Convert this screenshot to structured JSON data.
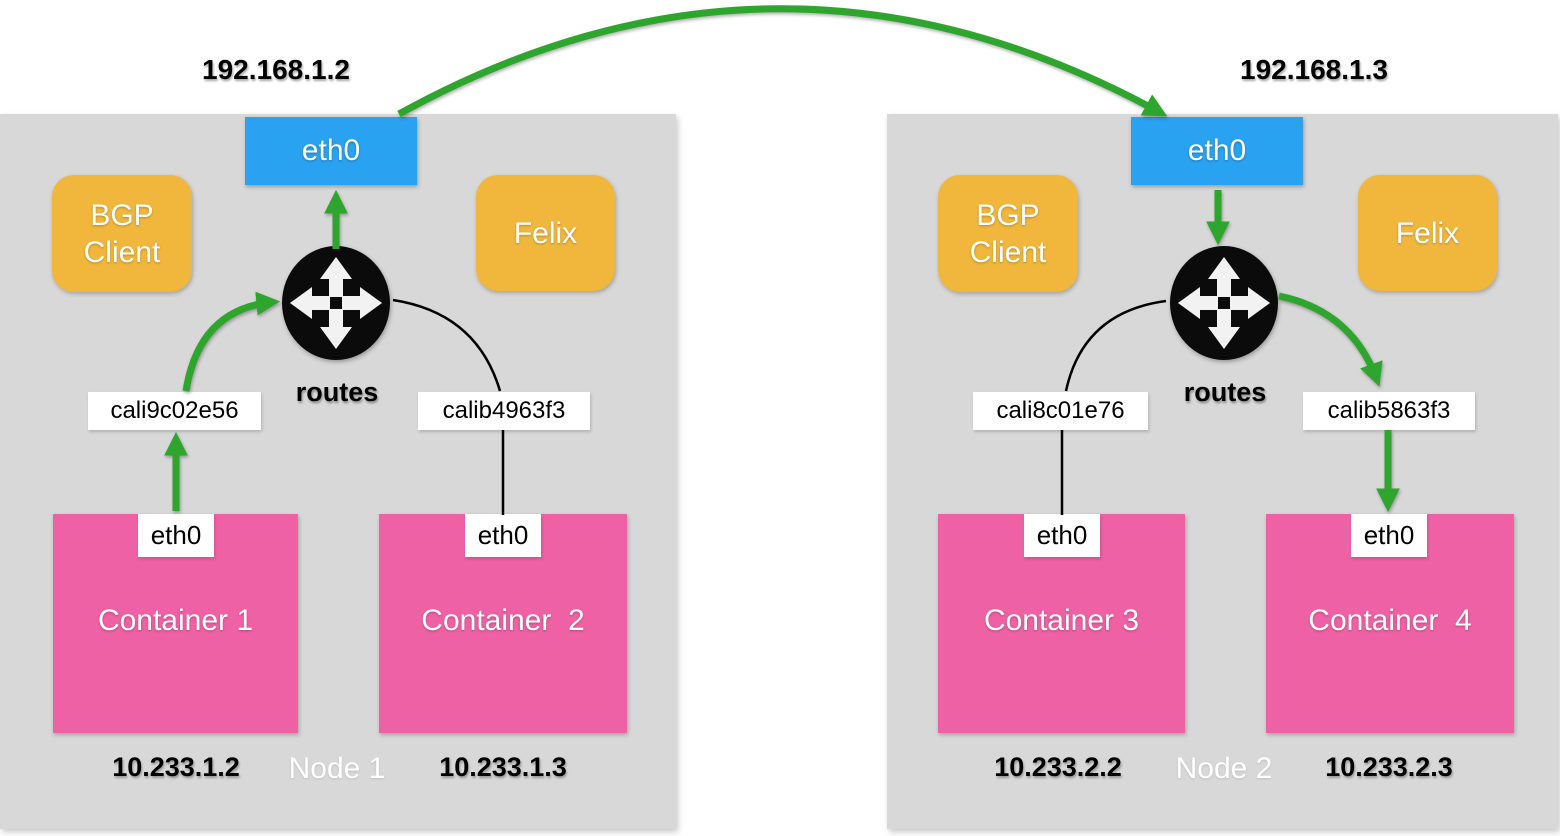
{
  "colors": {
    "node_background": "#D8D8D8",
    "eth0_background": "#29A2F2",
    "service_background": "#F0B73C",
    "container_background": "#EE61A5",
    "arrow_green": "#2EA52D",
    "wire_black": "#000000",
    "label_background": "#FFFFFF"
  },
  "icons": {
    "router": "router-icon (black circle with four white outward arrows)"
  },
  "nodes": [
    {
      "host_ip": "192.168.1.2",
      "name": "Node 1",
      "eth0": "eth0",
      "bgp_line1": "BGP",
      "bgp_line2": "Client",
      "felix": "Felix",
      "routes": "routes",
      "veth_left": "cali9c02e56",
      "veth_right": "calib4963f3",
      "containers": [
        {
          "name": "Container 1",
          "eth": "eth0",
          "ip": "10.233.1.2"
        },
        {
          "name": "Container  2",
          "eth": "eth0",
          "ip": "10.233.1.3"
        }
      ]
    },
    {
      "host_ip": "192.168.1.3",
      "name": "Node 2",
      "eth0": "eth0",
      "bgp_line1": "BGP",
      "bgp_line2": "Client",
      "felix": "Felix",
      "routes": "routes",
      "veth_left": "cali8c01e76",
      "veth_right": "calib5863f3",
      "containers": [
        {
          "name": "Container 3",
          "eth": "eth0",
          "ip": "10.233.2.2"
        },
        {
          "name": "Container  4",
          "eth": "eth0",
          "ip": "10.233.2.3"
        }
      ]
    }
  ]
}
